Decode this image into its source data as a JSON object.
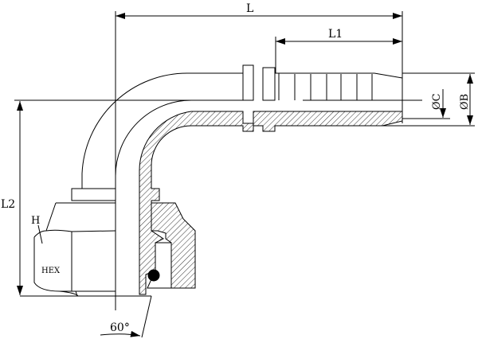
{
  "labels": {
    "L": "L",
    "L1": "L1",
    "C": "ØC",
    "B": "ØB",
    "L2": "L2",
    "H": "H",
    "HEX": "HEX",
    "angle": "60°"
  },
  "colors": {
    "line": "#000000",
    "background": "#ffffff"
  }
}
